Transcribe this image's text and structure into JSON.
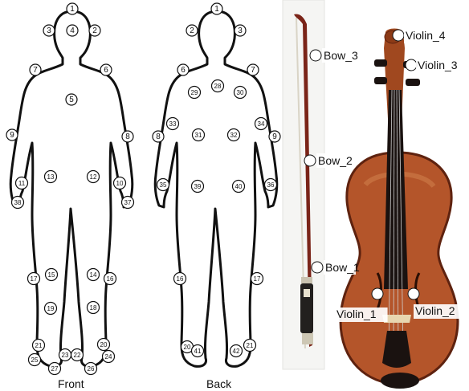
{
  "captions": {
    "front": "Front",
    "back": "Back"
  },
  "front_markers": [
    "1",
    "2",
    "3",
    "4",
    "5",
    "6",
    "7",
    "8",
    "9",
    "10",
    "11",
    "12",
    "13",
    "14",
    "15",
    "16",
    "17",
    "18",
    "19",
    "20",
    "21",
    "22",
    "23",
    "24",
    "25",
    "26",
    "27",
    "37",
    "38"
  ],
  "back_markers": [
    "1",
    "2",
    "3",
    "6",
    "7",
    "8",
    "9",
    "16",
    "17",
    "20",
    "21",
    "28",
    "29",
    "30",
    "31",
    "32",
    "33",
    "34",
    "35",
    "36",
    "39",
    "40",
    "41",
    "42"
  ],
  "bow_labels": [
    "Bow_3",
    "Bow_2",
    "Bow_1"
  ],
  "violin_labels": [
    "Violin_4",
    "Violin_3",
    "Violin_1",
    "Violin_2"
  ],
  "colors": {
    "outline": "#111111",
    "bow_stick": "#7a2418",
    "bow_hair": "#d9d4c6",
    "violin_body": "#b4552a",
    "violin_dark": "#5e220f",
    "fingerboard": "#1a1210"
  }
}
